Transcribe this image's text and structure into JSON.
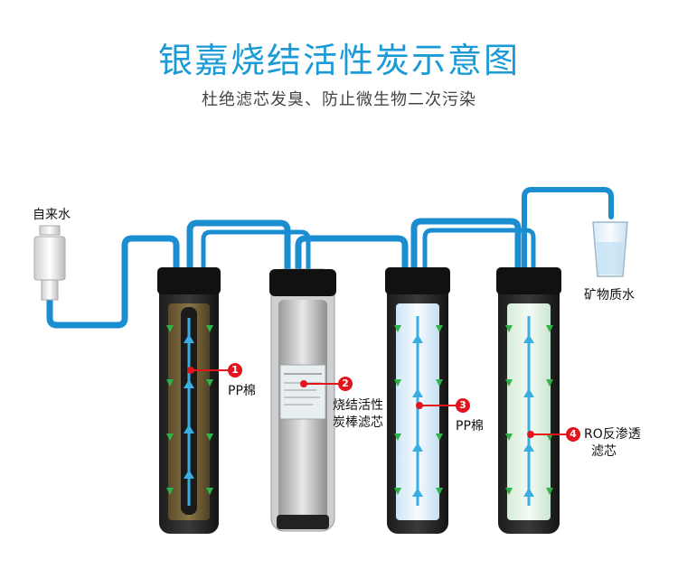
{
  "header": {
    "title": "银嘉烧结活性炭示意图",
    "subtitle": "杜绝滤芯发臭、防止微生物二次污染"
  },
  "labels": {
    "inlet": "自来水",
    "outlet": "矿物质水"
  },
  "stages": [
    {
      "number": "1",
      "line1": "PP棉",
      "line2": ""
    },
    {
      "number": "2",
      "line1": "烧结活性",
      "line2": "炭棒滤芯"
    },
    {
      "number": "3",
      "line1": "PP棉",
      "line2": ""
    },
    {
      "number": "4",
      "line1": "RO反渗透",
      "line2": "滤芯"
    }
  ],
  "colors": {
    "title": "#1a9ad6",
    "pipe": "#1b8ed1",
    "marker": "#e3141b",
    "flow_arrow": "#3aaee0",
    "drain_arrow": "#2fb34a"
  }
}
